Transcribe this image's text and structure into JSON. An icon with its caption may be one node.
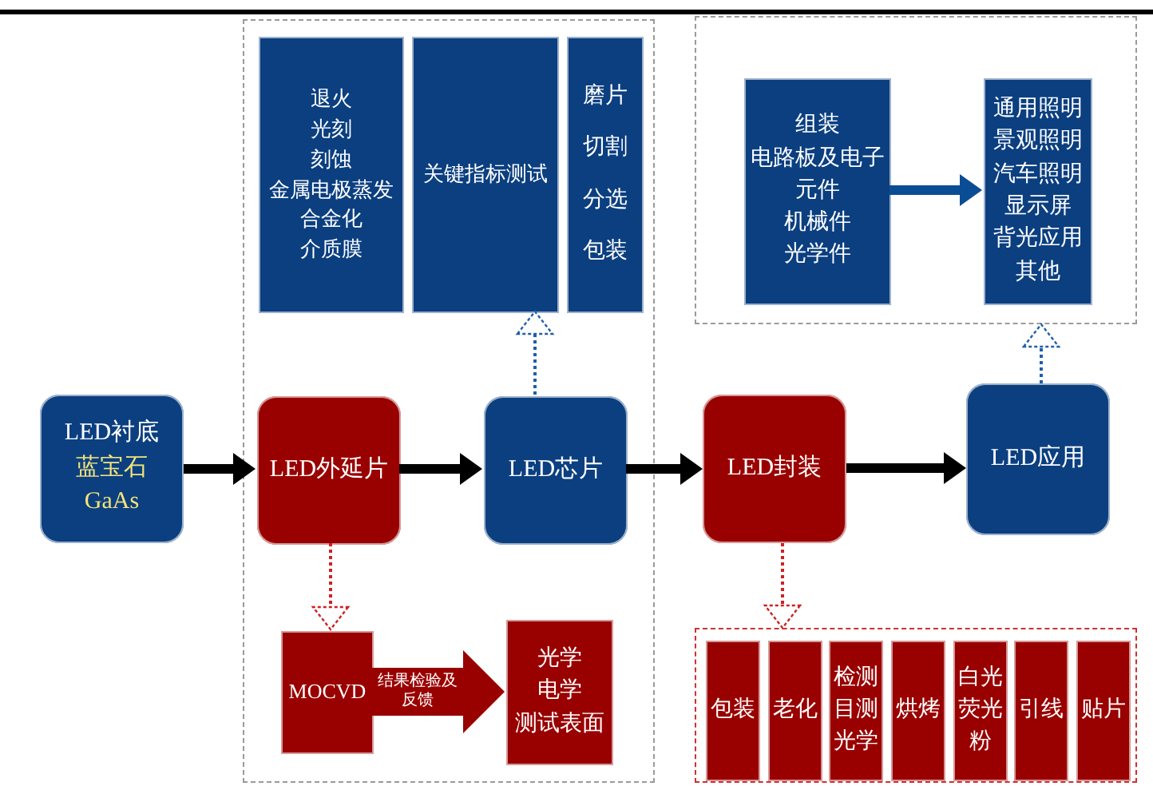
{
  "diagram": {
    "nodes": [
      {
        "text": [],
        "shape": "box"
      },
      {
        "text": [
          "退火",
          "光刻",
          "刻蚀",
          "金属电极蒸发",
          "合金化",
          "介质膜"
        ],
        "in": 0
      },
      {
        "text": [
          "关键指标测试"
        ],
        "in": 0
      },
      {
        "text": [
          "磨片",
          "切割",
          "分选",
          "包装"
        ],
        "in": 0
      },
      {
        "text": [],
        "shape": "box"
      },
      {
        "text": [
          "组装",
          "电路板及电子元件",
          "机械件",
          "光学件"
        ],
        "in": 4
      },
      {
        "text": [
          "通用照明",
          "景观照明",
          "汽车照明",
          "显示屏",
          "背光应用",
          "其他"
        ],
        "in": 4
      },
      {
        "text": [
          "LED衬底",
          "蓝宝石",
          "GaAs"
        ]
      },
      {
        "text": [
          "LED外延片"
        ],
        "in": 0
      },
      {
        "text": [
          "LED芯片"
        ],
        "in": 0
      },
      {
        "text": [
          "LED封装"
        ]
      },
      {
        "text": [
          "LED应用"
        ]
      },
      {
        "text": [
          "MOCVD"
        ],
        "in": 0
      },
      {
        "text": [
          "光学",
          "电学",
          "测试表面"
        ],
        "in": 0
      },
      {
        "text": [],
        "shape": "box"
      },
      {
        "text": [
          "包装"
        ],
        "in": 14
      },
      {
        "text": [
          "老化"
        ],
        "in": 14
      },
      {
        "text": [
          "检测目测光学"
        ],
        "in": 14
      },
      {
        "text": [
          "烘烤"
        ],
        "in": 14
      },
      {
        "text": [
          "白光荧光粉"
        ],
        "in": 14
      },
      {
        "text": [
          "引线"
        ],
        "in": 14
      },
      {
        "text": [
          "贴片"
        ],
        "in": 14
      }
    ],
    "edges": [
      {
        "from": 7,
        "to": 8,
        "arrow": "to"
      },
      {
        "from": 8,
        "to": 9,
        "arrow": "to"
      },
      {
        "from": 9,
        "to": 10,
        "arrow": "to"
      },
      {
        "from": 10,
        "to": 11,
        "arrow": "to"
      },
      {
        "from": 9,
        "to": 2,
        "arrow": "to",
        "style": "dashed",
        "color": "#1f5fa8"
      },
      {
        "from": 8,
        "to": 12,
        "arrow": "to",
        "style": "dashed",
        "color": "#cc2222"
      },
      {
        "from": 10,
        "to": 14,
        "arrow": "to",
        "style": "dashed",
        "color": "#cc2222"
      },
      {
        "from": 11,
        "to": 4,
        "arrow": "to",
        "style": "dashed",
        "color": "#1f5fa8"
      },
      {
        "from": 5,
        "to": 6,
        "arrow": "to",
        "color": "#0b4d94"
      },
      {
        "from": 12,
        "to": 13,
        "arrow": "to",
        "label": "结果检验及反馈",
        "style": "thick",
        "color": "#990000"
      }
    ]
  }
}
